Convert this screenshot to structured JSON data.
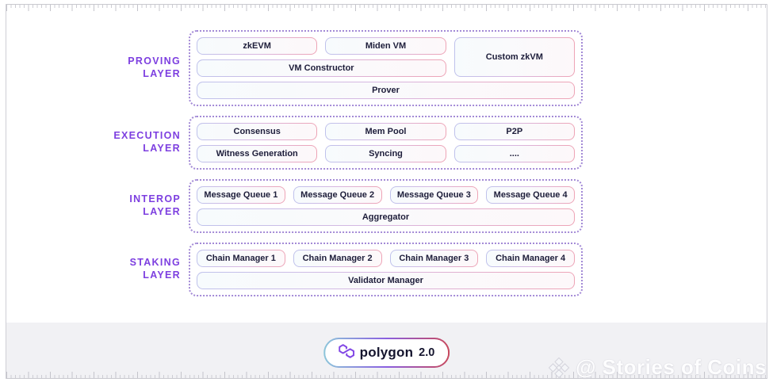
{
  "colors": {
    "accent_purple": "#7d3fe0",
    "polygon_brand": "#8247e5",
    "box_text": "#1d1d3a",
    "footer_band": "#f1f1f4"
  },
  "layers": [
    {
      "name": "proving-layer",
      "label_lines": [
        "PROVING",
        "LAYER"
      ],
      "columns": 3,
      "rows": [
        {
          "cells": [
            {
              "text": "zkEVM"
            },
            {
              "text": "Miden VM"
            },
            {
              "text": "Custom zkVM",
              "rowspan": 2
            }
          ]
        },
        {
          "cells": [
            {
              "text": "VM Constructor",
              "colspan": 2
            }
          ]
        },
        {
          "cells": [
            {
              "text": "Prover",
              "colspan": 3
            }
          ]
        }
      ]
    },
    {
      "name": "execution-layer",
      "label_lines": [
        "EXECUTION",
        "LAYER"
      ],
      "columns": 3,
      "rows": [
        {
          "cells": [
            {
              "text": "Consensus"
            },
            {
              "text": "Mem Pool"
            },
            {
              "text": "P2P"
            }
          ]
        },
        {
          "cells": [
            {
              "text": "Witness Generation"
            },
            {
              "text": "Syncing"
            },
            {
              "text": "...."
            }
          ]
        }
      ]
    },
    {
      "name": "interop-layer",
      "label_lines": [
        "INTEROP",
        "LAYER"
      ],
      "columns": 4,
      "rows": [
        {
          "cells": [
            {
              "text": "Message Queue 1"
            },
            {
              "text": "Message Queue 2"
            },
            {
              "text": "Message Queue 3"
            },
            {
              "text": "Message Queue 4"
            }
          ]
        },
        {
          "cells": [
            {
              "text": "Aggregator",
              "colspan": 4
            }
          ]
        }
      ]
    },
    {
      "name": "staking-layer",
      "label_lines": [
        "STAKING",
        "LAYER"
      ],
      "columns": 4,
      "rows": [
        {
          "cells": [
            {
              "text": "Chain Manager 1"
            },
            {
              "text": "Chain Manager 2"
            },
            {
              "text": "Chain Manager 3"
            },
            {
              "text": "Chain Manager 4"
            }
          ]
        },
        {
          "cells": [
            {
              "text": "Validator Manager",
              "colspan": 4
            }
          ]
        }
      ]
    }
  ],
  "logo": {
    "name": "polygon",
    "version": "2.0",
    "icon": "polygon-icon"
  },
  "watermark": {
    "text": "@ Stories of Coins",
    "icon": "diamond-icon"
  }
}
